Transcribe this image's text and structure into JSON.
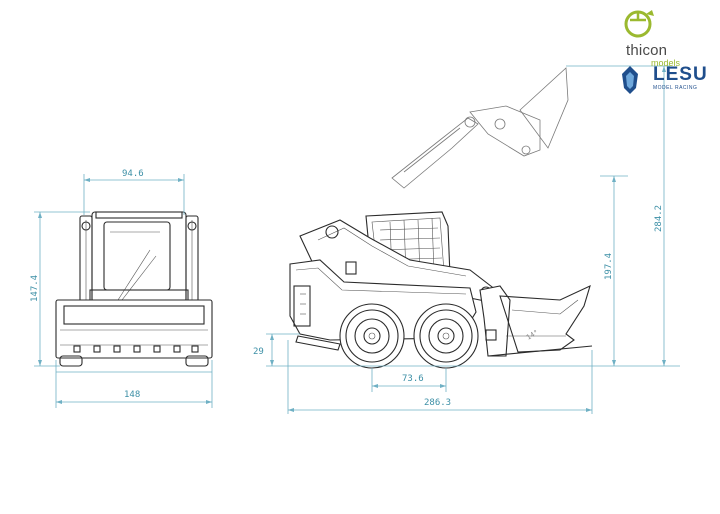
{
  "brand": {
    "thicon_name": "thicon",
    "thicon_sub": "models",
    "lesu_name": "LESU",
    "lesu_sub": "MODEL RACING",
    "colors": {
      "thicon_green": "#9bb92f",
      "lesu_blue": "#1f4e8c",
      "dimension": "#3c8fa6"
    }
  },
  "dimensions": {
    "front_width_top": "94.6",
    "front_height": "147.4",
    "front_width_bottom": "148",
    "ground_clearance": "29",
    "wheelbase": "73.6",
    "overall_length": "286.3",
    "height_lowered_arm": "197.4",
    "height_raised_arm": "284.2"
  }
}
